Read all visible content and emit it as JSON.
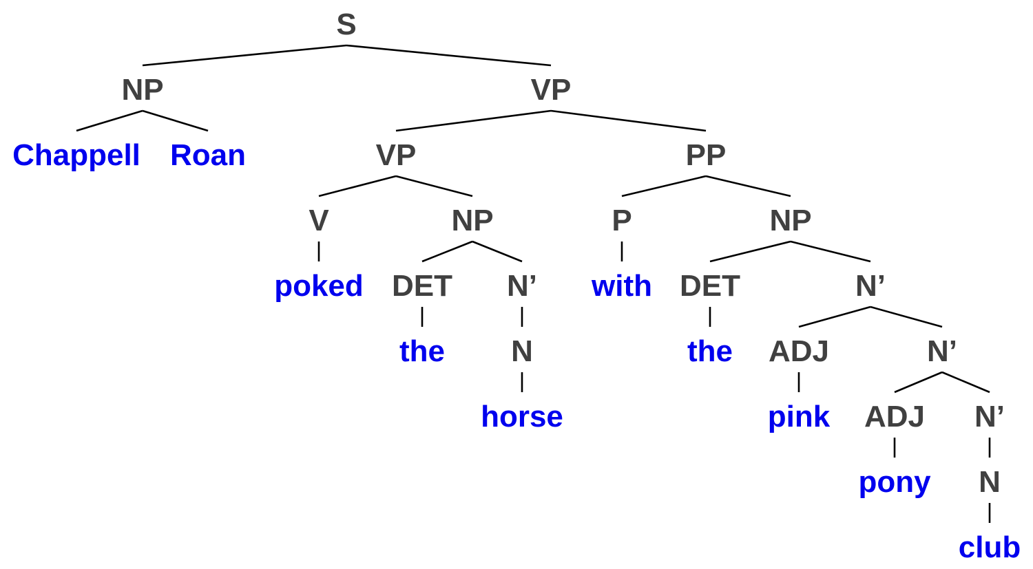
{
  "colors": {
    "category": "#404040",
    "word": "#0000ee",
    "edge": "#000000"
  },
  "nodes": {
    "s": "S",
    "np_subj": "NP",
    "chappell": "Chappell",
    "roan": "Roan",
    "vp_top": "VP",
    "vp_inner": "VP",
    "v": "V",
    "poked": "poked",
    "np_obj": "NP",
    "det_obj": "DET",
    "the_obj": "the",
    "nbar_obj": "N’",
    "n_obj": "N",
    "horse": "horse",
    "pp": "PP",
    "p": "P",
    "with": "with",
    "np_pp": "NP",
    "det_pp": "DET",
    "the_pp": "the",
    "nbar_1": "N’",
    "adj_1": "ADJ",
    "pink": "pink",
    "nbar_2": "N’",
    "adj_2": "ADJ",
    "pony": "pony",
    "nbar_3": "N’",
    "n_pp": "N",
    "club": "club"
  }
}
